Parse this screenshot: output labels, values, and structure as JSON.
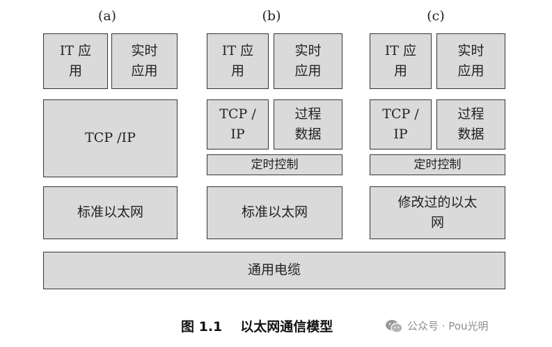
{
  "columns": {
    "a": {
      "label": "(a)",
      "it_app": "IT 应\n用",
      "realtime_app": "实时\n应用",
      "tcpip": "TCP /IP",
      "ethernet": "标准以太网"
    },
    "b": {
      "label": "(b)",
      "it_app": "IT 应\n用",
      "realtime_app": "实时\n应用",
      "tcpip": "TCP /\nIP",
      "process_data": "过程\n数据",
      "timing_control": "定时控制",
      "ethernet": "标准以太网"
    },
    "c": {
      "label": "(c)",
      "it_app": "IT 应\n用",
      "realtime_app": "实时\n应用",
      "tcpip": "TCP /\nIP",
      "process_data": "过程\n数据",
      "timing_control": "定时控制",
      "ethernet": "修改过的以太\n网"
    }
  },
  "cable": "通用电缆",
  "caption": {
    "number": "图 1.1",
    "title": "以太网通信模型"
  },
  "watermark": {
    "text": "公众号 · Pou光明",
    "icon": "wechat-icon"
  },
  "colors": {
    "box_fill": "#dadada",
    "box_border": "#333333",
    "watermark": "#8c8c8c"
  }
}
